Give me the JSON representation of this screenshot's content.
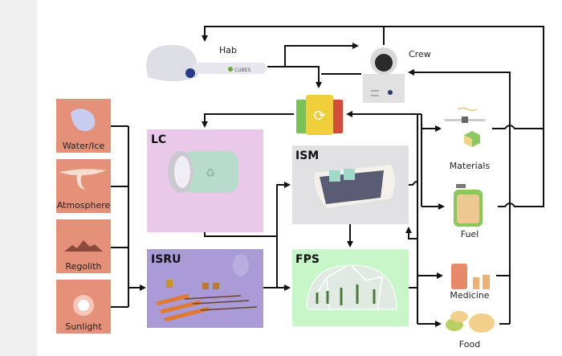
{
  "resources": [
    {
      "label": "Water/Ice",
      "color": "#e5917a"
    },
    {
      "label": "Atmosphere",
      "color": "#e5917a"
    },
    {
      "label": "Regolith",
      "color": "#e5917a"
    },
    {
      "label": "Sunlight",
      "color": "#e5917a"
    }
  ],
  "systems": {
    "lc": {
      "label": "LC",
      "color": "#eac8ea"
    },
    "ism": {
      "label": "ISM",
      "color": "#e1e1e3"
    },
    "isru": {
      "label": "ISRU",
      "color": "#a99bd6"
    },
    "fps": {
      "label": "FPS",
      "color": "#c8f6c8"
    }
  },
  "hab": {
    "label": "Hab",
    "logo_text": "CUBES"
  },
  "crew": {
    "label": "Crew"
  },
  "products": [
    {
      "label": "Materials"
    },
    {
      "label": "Fuel"
    },
    {
      "label": "Medicine"
    },
    {
      "label": "Food"
    }
  ]
}
